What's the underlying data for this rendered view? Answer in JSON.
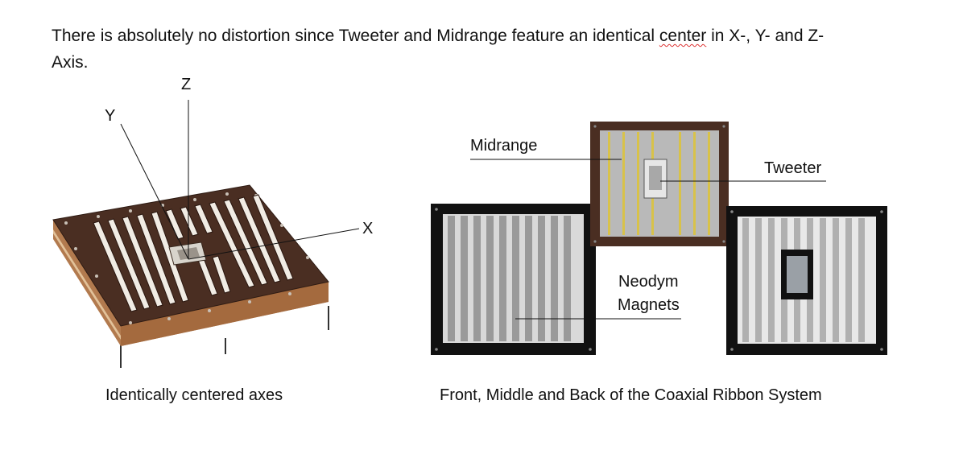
{
  "intro": {
    "before": "There is absolutely no distortion since Tweeter and Midrange feature an identical ",
    "misspelled": "center",
    "after": " in X-, Y- and Z-Axis."
  },
  "axes_figure": {
    "axis_z": "Z",
    "axis_y": "Y",
    "axis_x": "X",
    "caption": "Identically centered axes"
  },
  "system_figure": {
    "label_midrange": "Midrange",
    "label_tweeter": "Tweeter",
    "label_magnets_line1": "Neodym",
    "label_magnets_line2": "Magnets",
    "caption": "Front, Middle and Back of the Coaxial Ribbon System"
  },
  "colors": {
    "frame_brown": "#4a2e22",
    "frame_black": "#111111",
    "copper_edge": "#b27a4e",
    "aluminium": "#b9b9b9",
    "yellow_strip": "#d8c24a"
  }
}
